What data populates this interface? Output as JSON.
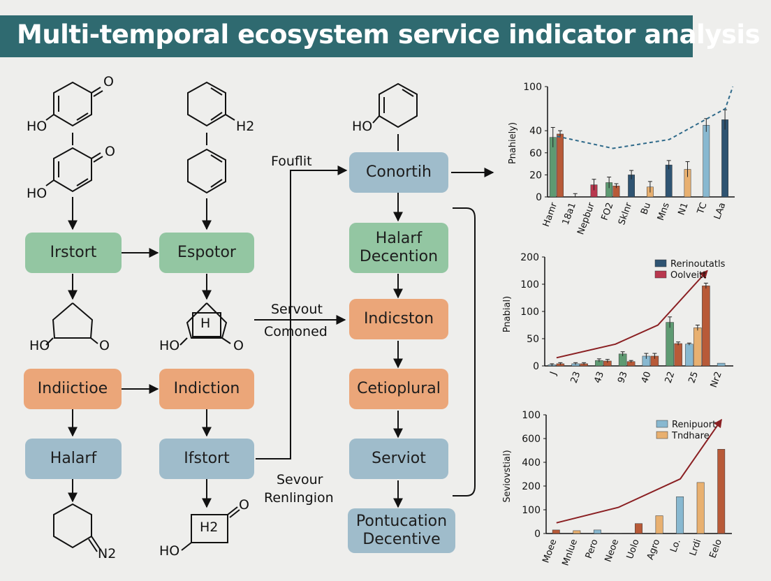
{
  "title": "Multi-temporal ecosystem service indicator analysis",
  "molecules": {
    "m1_ho": "HO",
    "m1_o": "O",
    "m2_ho": "HO",
    "m2_o": "O",
    "m3_h2": "H2",
    "m4_ho": "HO",
    "m4_o": "O",
    "m5_ho": "HO",
    "m5_h": "H",
    "m5_o": "O",
    "m6_n2": "N2",
    "m7_ho": "HO",
    "m7_h2": "H2",
    "m7_o": "O",
    "m8_ho": "HO"
  },
  "nodes": {
    "irstort": "Irstort",
    "espotor": "Espotor",
    "indictioe": "Indiictioe",
    "indiction": "Indiction",
    "halarf_left": "Halarf",
    "ifstort": "Ifstort",
    "conortih": "Conortih",
    "halarf_decention": "Halarf Decention",
    "indicston": "Indicston",
    "cetioplural": "Cetioplural",
    "serviot": "Serviot",
    "pontucation": "Pontucation Decentive"
  },
  "labels": {
    "fouflit": "Fouflit",
    "servout": "Servout",
    "comoned": "Comoned",
    "sevour": "Sevour",
    "renlingion": "Renlingion"
  },
  "colors": {
    "banner": "#2f6a70",
    "green_node": "#93c6a2",
    "orange_node": "#eba679",
    "blue_node": "#9fbccb"
  },
  "chart_data": [
    {
      "type": "bar",
      "ylabel": "Pnahiely)",
      "yticks": [
        "0",
        "20",
        "60",
        "40",
        "100"
      ],
      "categories": [
        "Hamr",
        "18a1",
        "Nepbur",
        "FO2",
        "Sklnr",
        "Bu",
        "Mns",
        "N1",
        "TC",
        "LAa"
      ],
      "bars": [
        {
          "cat": 0,
          "value": 54,
          "err": 9,
          "color": "#5e9a72"
        },
        {
          "cat": 0,
          "value": 57,
          "err": 3,
          "color": "#b85a38"
        },
        {
          "cat": 1,
          "value": 0,
          "err": 3,
          "color": "#8a8a8a"
        },
        {
          "cat": 2,
          "value": 11,
          "err": 5,
          "color": "#b8384e"
        },
        {
          "cat": 3,
          "value": 13,
          "err": 5,
          "color": "#5e9a72"
        },
        {
          "cat": 3,
          "value": 10,
          "err": 2,
          "color": "#b85a38"
        },
        {
          "cat": 4,
          "value": 20,
          "err": 4,
          "color": "#2f5472"
        },
        {
          "cat": 5,
          "value": 9,
          "err": 5,
          "color": "#e8b070"
        },
        {
          "cat": 6,
          "value": 29,
          "err": 4,
          "color": "#2f5472"
        },
        {
          "cat": 7,
          "value": 25,
          "err": 7,
          "color": "#e8b070"
        },
        {
          "cat": 8,
          "value": 65,
          "err": 6,
          "color": "#88b8d0"
        },
        {
          "cat": 9,
          "value": 70,
          "err": 9,
          "color": "#2f5472"
        }
      ],
      "trend": {
        "style": "dashed",
        "color": "#2f6a8a",
        "x": [
          0,
          3,
          6,
          9,
          9.4
        ],
        "y": [
          55,
          44,
          52,
          80,
          100
        ]
      }
    },
    {
      "type": "bar",
      "ylabel": "Pnabial)",
      "yticks": [
        "0",
        "50",
        "100",
        "100",
        "200"
      ],
      "categories": [
        "J",
        "23",
        "43",
        "93",
        "40",
        "22",
        "25",
        "Nr2"
      ],
      "legend": [
        {
          "name": "Rerinoutatls",
          "color": "#2f5472"
        },
        {
          "name": "Oolveitt",
          "color": "#b8384e"
        }
      ],
      "bars": [
        {
          "cat": 0,
          "value": 2,
          "err": 2,
          "color": "#88b8d0"
        },
        {
          "cat": 0,
          "value": 4,
          "err": 2,
          "color": "#b85a38"
        },
        {
          "cat": 1,
          "value": 4,
          "err": 2,
          "color": "#88b8d0"
        },
        {
          "cat": 1,
          "value": 4,
          "err": 2,
          "color": "#b85a38"
        },
        {
          "cat": 2,
          "value": 10,
          "err": 3,
          "color": "#5e9a72"
        },
        {
          "cat": 2,
          "value": 9,
          "err": 3,
          "color": "#b85a38"
        },
        {
          "cat": 3,
          "value": 22,
          "err": 4,
          "color": "#5e9a72"
        },
        {
          "cat": 3,
          "value": 8,
          "err": 2,
          "color": "#b85a38"
        },
        {
          "cat": 4,
          "value": 18,
          "err": 5,
          "color": "#88b8d0"
        },
        {
          "cat": 4,
          "value": 18,
          "err": 5,
          "color": "#b85a38"
        },
        {
          "cat": 5,
          "value": 80,
          "err": 10,
          "color": "#5e9a72"
        },
        {
          "cat": 5,
          "value": 41,
          "err": 3,
          "color": "#b85a38"
        },
        {
          "cat": 6,
          "value": 40,
          "err": 2,
          "color": "#88b8d0"
        },
        {
          "cat": 6,
          "value": 70,
          "err": 5,
          "color": "#e8b070"
        },
        {
          "cat": 6,
          "value": 147,
          "err": 5,
          "color": "#b85a38"
        },
        {
          "cat": 7,
          "value": 5,
          "err": 0,
          "color": "#88b8d0"
        }
      ],
      "trend": {
        "style": "solid",
        "color": "#8a1f22",
        "x": [
          0,
          2.5,
          4.3,
          6.4
        ],
        "y": [
          15,
          40,
          75,
          175
        ]
      }
    },
    {
      "type": "bar",
      "ylabel": "Seviovstial)",
      "yticks": [
        "0",
        "100",
        "200",
        "400",
        "600",
        "100"
      ],
      "categories": [
        "Moee",
        "Mnlue",
        "Pero",
        "Neoe",
        "Uolo",
        "Agro",
        "Lo.",
        "Lrdi",
        "Eelo"
      ],
      "legend": [
        {
          "name": "Renipuort",
          "color": "#88b8d0"
        },
        {
          "name": "Tndhare",
          "color": "#e8b070"
        }
      ],
      "bars": [
        {
          "cat": 0,
          "value": 15,
          "color": "#b85a38"
        },
        {
          "cat": 1,
          "value": 12,
          "color": "#e8b070"
        },
        {
          "cat": 2,
          "value": 15,
          "color": "#88b8d0"
        },
        {
          "cat": 3,
          "value": 0,
          "color": "#e8b070"
        },
        {
          "cat": 4,
          "value": 42,
          "color": "#b85a38"
        },
        {
          "cat": 5,
          "value": 75,
          "color": "#e8b070"
        },
        {
          "cat": 6,
          "value": 155,
          "color": "#88b8d0"
        },
        {
          "cat": 7,
          "value": 215,
          "color": "#e8b070"
        },
        {
          "cat": 8,
          "value": 355,
          "color": "#b85a38"
        }
      ],
      "trend": {
        "style": "solid",
        "color": "#8a1f22",
        "x": [
          0,
          3,
          6,
          8
        ],
        "y": [
          45,
          110,
          230,
          480
        ]
      }
    }
  ]
}
